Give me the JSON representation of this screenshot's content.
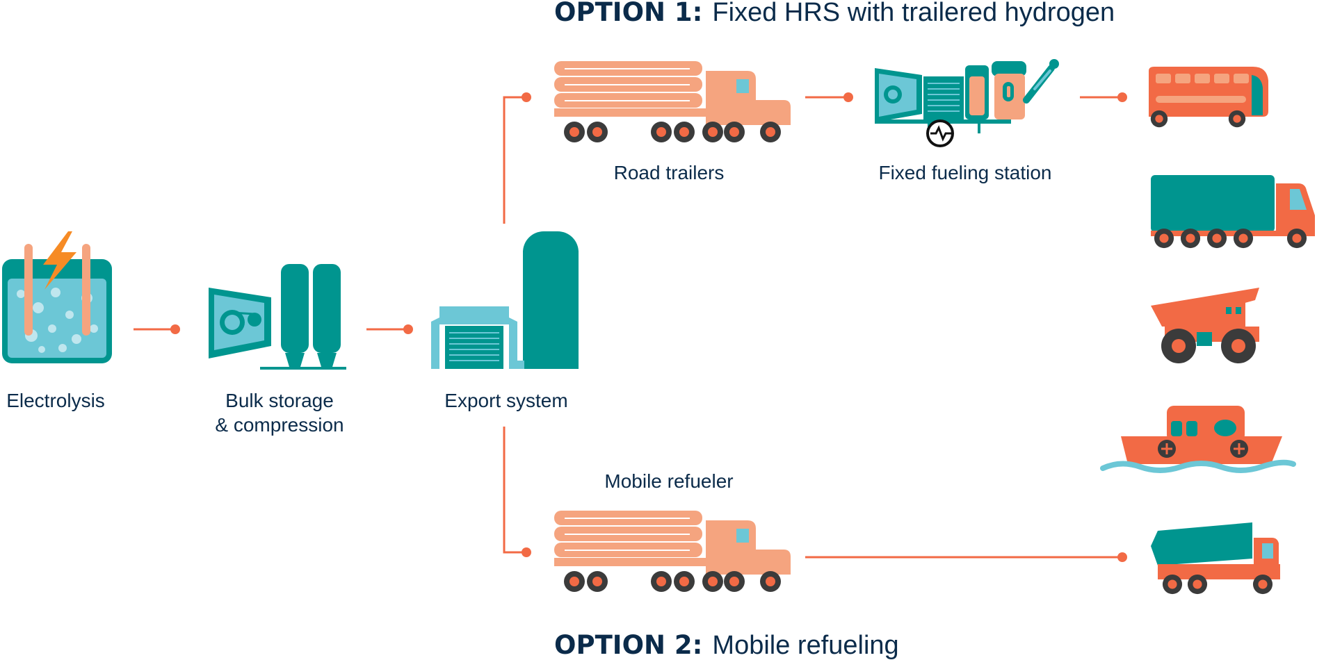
{
  "option1": {
    "prefix": "OPTION 1:",
    "text": "Fixed HRS with trailered hydrogen"
  },
  "option2": {
    "prefix": "OPTION 2:",
    "text": "Mobile refueling"
  },
  "labels": {
    "electrolysis": "Electrolysis",
    "bulk_line1": "Bulk storage",
    "bulk_line2": "& compression",
    "export": "Export system",
    "road_trailers": "Road trailers",
    "fixed_station": "Fixed fueling station",
    "mobile_refueler": "Mobile refueler"
  },
  "icons": [
    "electrolysis-icon",
    "bulk-storage-compression-icon",
    "export-system-icon",
    "road-trailer-truck-icon",
    "fixed-fueling-station-icon",
    "mobile-refueler-truck-icon",
    "bus-icon",
    "box-truck-icon",
    "haul-truck-icon",
    "boat-icon",
    "dump-truck-icon"
  ],
  "colors": {
    "teal": "#00958f",
    "teal_light": "#6cc7d6",
    "orange": "#f26a45",
    "peach": "#f5a47f",
    "navy": "#0b2b4a",
    "dark_wheel": "#3b3b3b"
  }
}
